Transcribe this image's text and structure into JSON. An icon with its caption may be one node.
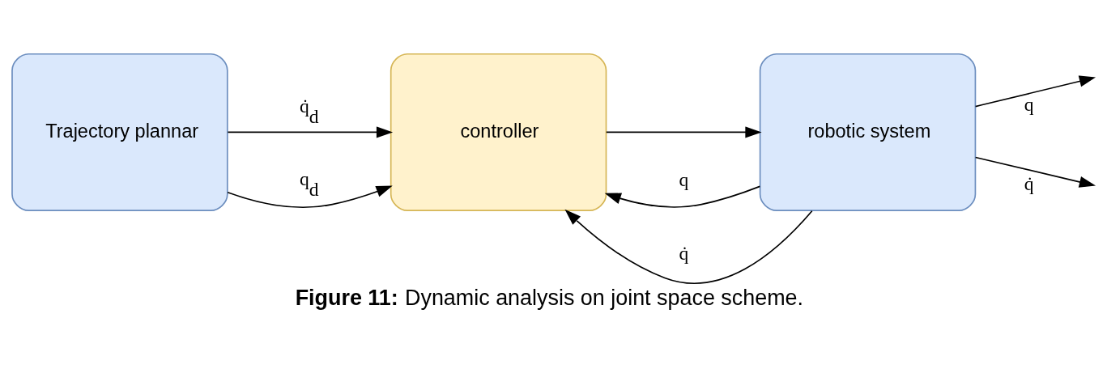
{
  "diagram": {
    "caption": "**Figure 11:** Dynamic analysis on joint space scheme.",
    "nodes": [
      {
        "text": [
          "Trajectory plannar"
        ]
      },
      {
        "text": [
          "controller"
        ]
      },
      {
        "text": [
          "robotic system"
        ]
      }
    ],
    "edges": [
      {
        "from": 0,
        "to": 1,
        "arrow": "to",
        "label": "q̇$_{d}$"
      },
      {
        "from": 0,
        "to": 1,
        "arrow": "to",
        "label": "q$_{d}$"
      },
      {
        "from": 1,
        "to": 2,
        "arrow": "to"
      },
      {
        "from": 2,
        "to": null,
        "arrow": "to",
        "label": "q"
      },
      {
        "from": 2,
        "to": null,
        "arrow": "to",
        "label": "q̇"
      },
      {
        "from": 2,
        "to": 1,
        "arrow": "to",
        "label": "q"
      },
      {
        "from": 2,
        "to": 1,
        "arrow": "to",
        "label": "q̇"
      }
    ]
  }
}
